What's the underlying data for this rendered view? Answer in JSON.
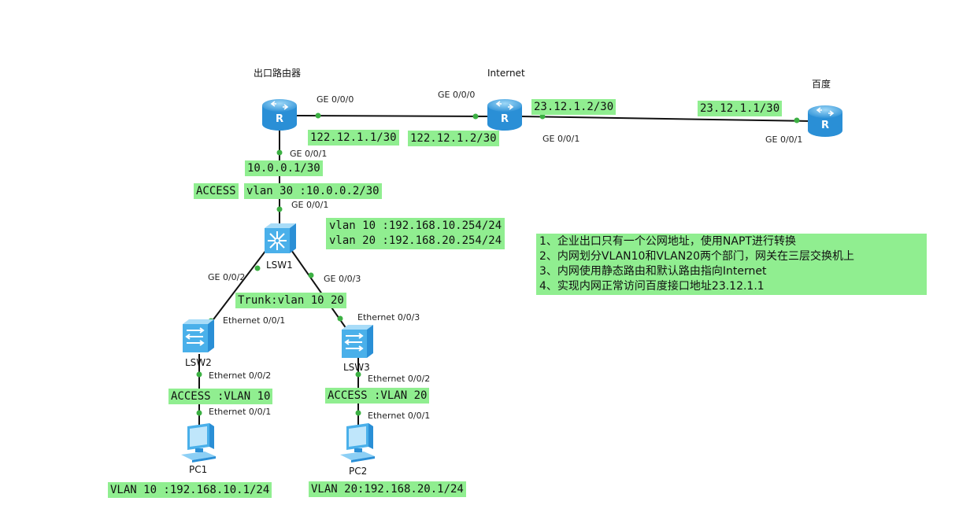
{
  "devices": {
    "ar1": {
      "label": "出口路由器"
    },
    "internet": {
      "label": "Internet"
    },
    "baidu": {
      "label": "百度"
    },
    "lsw1": {
      "label": "LSW1"
    },
    "lsw2": {
      "label": "LSW2"
    },
    "lsw3": {
      "label": "LSW3"
    },
    "pc1": {
      "label": "PC1"
    },
    "pc2": {
      "label": "PC2"
    }
  },
  "ports": {
    "ar1_ge000": "GE 0/0/0",
    "inet_ge000": "GE 0/0/0",
    "inet_ge001": "GE 0/0/1",
    "baidu_ge001": "GE 0/0/1",
    "ar1_ge001": "GE 0/0/1",
    "lsw1_ge001": "GE 0/0/1",
    "lsw1_ge002": "GE 0/0/2",
    "lsw1_ge003": "GE 0/0/3",
    "lsw2_eth001": "Ethernet 0/0/1",
    "lsw3_eth003": "Ethernet 0/0/3",
    "lsw2_eth002": "Ethernet 0/0/2",
    "lsw3_eth002": "Ethernet 0/0/2",
    "pc1_eth001": "Ethernet 0/0/1",
    "pc2_eth001": "Ethernet 0/0/1"
  },
  "addresses": {
    "ar1_public": "122.12.1.1/30",
    "inet_public": "122.12.1.2/30",
    "inet_baidu": "23.12.1.2/30",
    "baidu_ip": "23.12.1.1/30",
    "ar1_inside": "10.0.0.1/30",
    "access_tag": "ACCESS",
    "lsw1_vlan30": "vlan 30 :10.0.0.2/30",
    "lsw1_vlanif": [
      "vlan 10 :192.168.10.254/24",
      "vlan 20 :192.168.20.254/24"
    ],
    "trunk": "Trunk:vlan 10 20",
    "access_vlan10": "ACCESS :VLAN 10",
    "access_vlan20": "ACCESS :VLAN 20",
    "pc1_ip": "VLAN 10 :192.168.10.1/24",
    "pc2_ip": "VLAN 20:192.168.20.1/24"
  },
  "notes": [
    "1、企业出口只有一个公网地址，使用NAPT进行转换",
    "2、内网划分VLAN10和VLAN20两个部门，网关在三层交换机上",
    "3、内网使用静态路由和默认路由指向Internet",
    "4、实现内网正常访问百度接口地址23.12.1.1"
  ],
  "colors": {
    "highlight": "#90ee90",
    "link": "#111111",
    "port_dot": "#3cb043",
    "router": "#3aa3e3",
    "switch": "#4ab0ea"
  },
  "icons": {
    "router": "router-icon",
    "l3switch": "layer3-switch-icon",
    "l2switch": "layer2-switch-icon",
    "pc": "pc-icon"
  }
}
